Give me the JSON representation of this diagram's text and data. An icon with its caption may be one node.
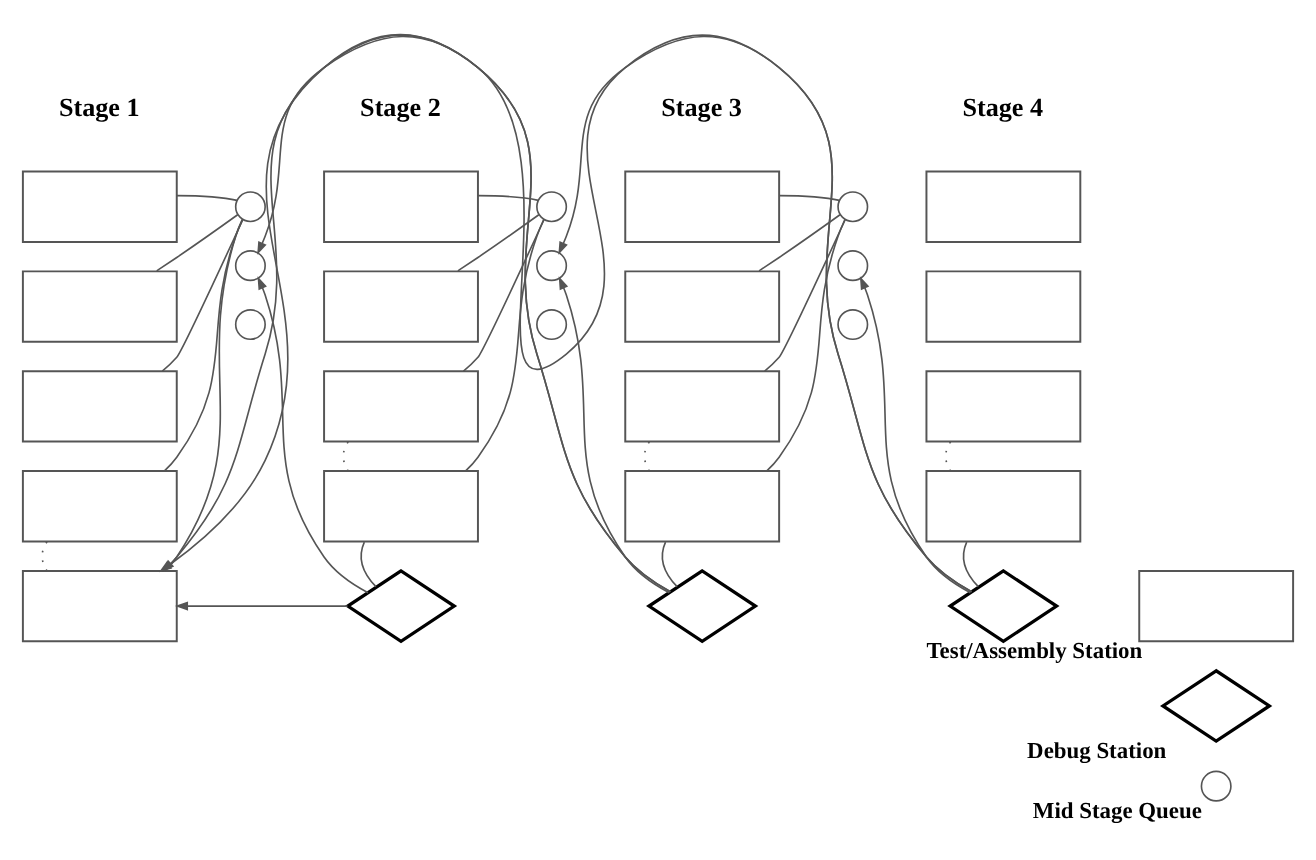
{
  "diagram": {
    "nodes": [
      {
        "text": [],
        "shape": "box"
      },
      {
        "text": [],
        "shape": "box"
      },
      {
        "text": [],
        "shape": "box"
      },
      {
        "text": [],
        "shape": "box"
      },
      {
        "text": [],
        "shape": "box"
      },
      {
        "text": [],
        "shape": "circle"
      },
      {
        "text": [],
        "shape": "circle"
      },
      {
        "text": [],
        "shape": "circle"
      },
      {
        "text": [],
        "shape": "box"
      },
      {
        "text": [],
        "shape": "box"
      },
      {
        "text": [],
        "shape": "box"
      },
      {
        "text": [],
        "shape": "box"
      },
      {
        "text": [],
        "shape": "diamond"
      },
      {
        "text": [],
        "shape": "circle"
      },
      {
        "text": [],
        "shape": "circle"
      },
      {
        "text": [],
        "shape": "circle"
      },
      {
        "text": [],
        "shape": "box"
      },
      {
        "text": [],
        "shape": "box"
      },
      {
        "text": [],
        "shape": "box"
      },
      {
        "text": [],
        "shape": "box"
      },
      {
        "text": [],
        "shape": "diamond"
      },
      {
        "text": [],
        "shape": "circle"
      },
      {
        "text": [],
        "shape": "circle"
      },
      {
        "text": [],
        "shape": "circle"
      },
      {
        "text": [],
        "shape": "box"
      },
      {
        "text": [],
        "shape": "box"
      },
      {
        "text": [],
        "shape": "box"
      },
      {
        "text": [],
        "shape": "box"
      },
      {
        "text": [],
        "shape": "diamond"
      },
      {
        "text": [
          "Test/Assembly Station"
        ]
      },
      {
        "text": [
          "Debug Station"
        ]
      },
      {
        "text": [
          "Mid Stage Queue"
        ]
      }
    ],
    "edges": [
      {
        "from": 0,
        "to": 5,
        "arrow": "none"
      },
      {
        "from": 1,
        "to": 5,
        "arrow": "none"
      },
      {
        "from": 2,
        "to": 5,
        "arrow": "none"
      },
      {
        "from": 3,
        "to": 5,
        "arrow": "none"
      },
      {
        "from": 4,
        "to": 5,
        "arrow": "none"
      },
      {
        "from": 3,
        "to": 4,
        "arrow": "none",
        "style": "dashed"
      },
      {
        "from": 8,
        "to": 13,
        "arrow": "none"
      },
      {
        "from": 9,
        "to": 13,
        "arrow": "none"
      },
      {
        "from": 10,
        "to": 13,
        "arrow": "none"
      },
      {
        "from": 11,
        "to": 13,
        "arrow": "none"
      },
      {
        "from": 10,
        "to": 11,
        "arrow": "none",
        "style": "dashed"
      },
      {
        "from": 11,
        "to": 12,
        "arrow": "none"
      },
      {
        "from": 16,
        "to": 21,
        "arrow": "none"
      },
      {
        "from": 17,
        "to": 21,
        "arrow": "none"
      },
      {
        "from": 18,
        "to": 21,
        "arrow": "none"
      },
      {
        "from": 19,
        "to": 21,
        "arrow": "none"
      },
      {
        "from": 18,
        "to": 19,
        "arrow": "none",
        "style": "dashed"
      },
      {
        "from": 19,
        "to": 20,
        "arrow": "none"
      },
      {
        "from": 26,
        "to": 27,
        "arrow": "none",
        "style": "dashed"
      },
      {
        "from": 27,
        "to": 28,
        "arrow": "none"
      },
      {
        "from": 12,
        "to": 6,
        "arrow": "to"
      },
      {
        "from": 20,
        "to": 14,
        "arrow": "to"
      },
      {
        "from": 28,
        "to": 22,
        "arrow": "to"
      },
      {
        "from": 12,
        "to": 4,
        "arrow": "to"
      },
      {
        "from": 20,
        "to": 4,
        "arrow": "to"
      },
      {
        "from": 28,
        "to": 4,
        "arrow": "to"
      },
      {
        "from": 20,
        "to": 6,
        "arrow": "to"
      },
      {
        "from": 28,
        "to": 14,
        "arrow": "to"
      }
    ],
    "labels": [
      "Stage 1",
      "Stage 2",
      "Stage 3",
      "Stage 4"
    ]
  }
}
